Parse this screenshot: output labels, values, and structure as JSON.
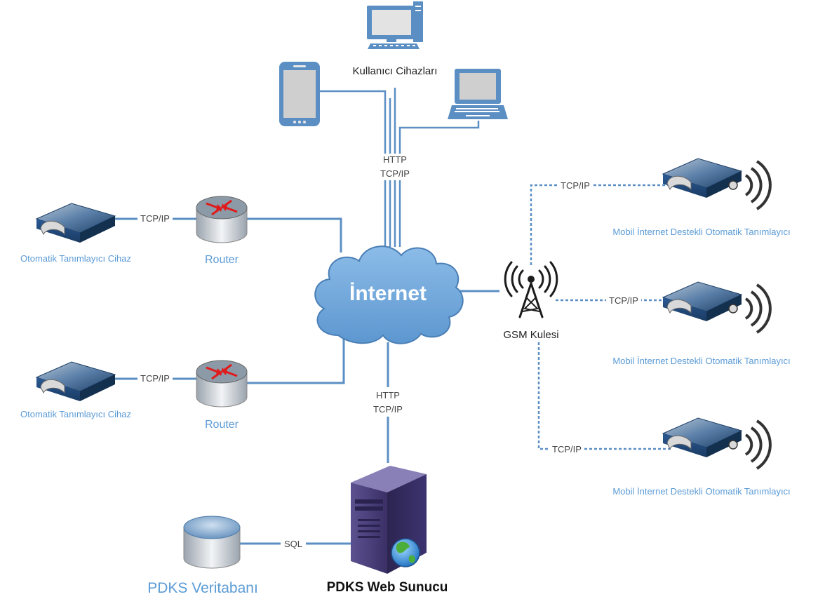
{
  "title": "",
  "nodes": {
    "user_devices": "Kullanıcı Cihazları",
    "internet": "İnternet",
    "gsm": "GSM Kulesi",
    "router1": "Router",
    "router2": "Router",
    "device1": "Otomatik Tanımlayıcı Cihaz",
    "device2": "Otomatik Tanımlayıcı Cihaz",
    "mobile1": "Mobil İnternet Destekli Otomatik Tanımlayıcı",
    "mobile2": "Mobil İnternet Destekli Otomatik Tanımlayıcı",
    "mobile3": "Mobil İnternet Destekli Otomatik Tanımlayıcı",
    "db": "PDKS Veritabanı",
    "server": "PDKS Web Sunucu"
  },
  "edges": {
    "devices_http": "HTTP",
    "devices_tcp": "TCP/IP",
    "server_http": "HTTP",
    "server_tcp": "TCP/IP",
    "dev1_router": "TCP/IP",
    "dev2_router": "TCP/IP",
    "mob1_gsm": "TCP/IP",
    "mob2_gsm": "TCP/IP",
    "mob3_gsm": "TCP/IP",
    "db_server": "SQL"
  },
  "colors": {
    "link": "#5b8fc4",
    "cloud": "#6aa2d8",
    "label_blue": "#5b9bd5",
    "server": "#4a3f7a"
  }
}
